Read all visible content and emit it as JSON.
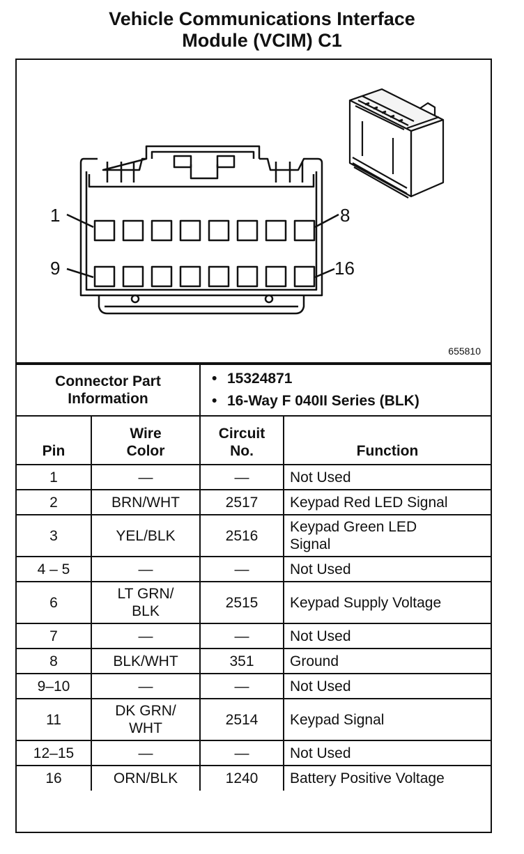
{
  "title": {
    "line1": "Vehicle Communications Interface",
    "line2": "Module (VCIM) C1"
  },
  "diagram": {
    "figure_id": "655810",
    "pin_callouts": {
      "top_left": "1",
      "top_right": "8",
      "bottom_left": "9",
      "bottom_right": "16"
    }
  },
  "connector_info": {
    "label_line1": "Connector Part",
    "label_line2": "Information",
    "items": [
      "15324871",
      "16-Way F 040II Series (BLK)"
    ]
  },
  "headers": {
    "pin": "Pin",
    "wire_line1": "Wire",
    "wire_line2": "Color",
    "circuit_line1": "Circuit",
    "circuit_line2": "No.",
    "function": "Function"
  },
  "rows": [
    {
      "pin": "1",
      "wire": "—",
      "circuit": "—",
      "function": "Not Used"
    },
    {
      "pin": "2",
      "wire": "BRN/WHT",
      "circuit": "2517",
      "function": "Keypad Red LED Signal"
    },
    {
      "pin": "3",
      "wire": "YEL/BLK",
      "circuit": "2516",
      "function_line1": "Keypad Green LED",
      "function_line2": "Signal"
    },
    {
      "pin": "4 – 5",
      "wire": "—",
      "circuit": "—",
      "function": "Not Used"
    },
    {
      "pin": "6",
      "wire_line1": "LT GRN/",
      "wire_line2": "BLK",
      "circuit": "2515",
      "function": "Keypad Supply Voltage"
    },
    {
      "pin": "7",
      "wire": "—",
      "circuit": "—",
      "function": "Not Used"
    },
    {
      "pin": "8",
      "wire": "BLK/WHT",
      "circuit": "351",
      "function": "Ground"
    },
    {
      "pin": "9–10",
      "wire": "—",
      "circuit": "—",
      "function": "Not Used"
    },
    {
      "pin": "11",
      "wire_line1": "DK GRN/",
      "wire_line2": "WHT",
      "circuit": "2514",
      "function": "Keypad Signal"
    },
    {
      "pin": "12–15",
      "wire": "—",
      "circuit": "—",
      "function": "Not Used"
    },
    {
      "pin": "16",
      "wire": "ORN/BLK",
      "circuit": "1240",
      "function": "Battery Positive Voltage"
    }
  ]
}
